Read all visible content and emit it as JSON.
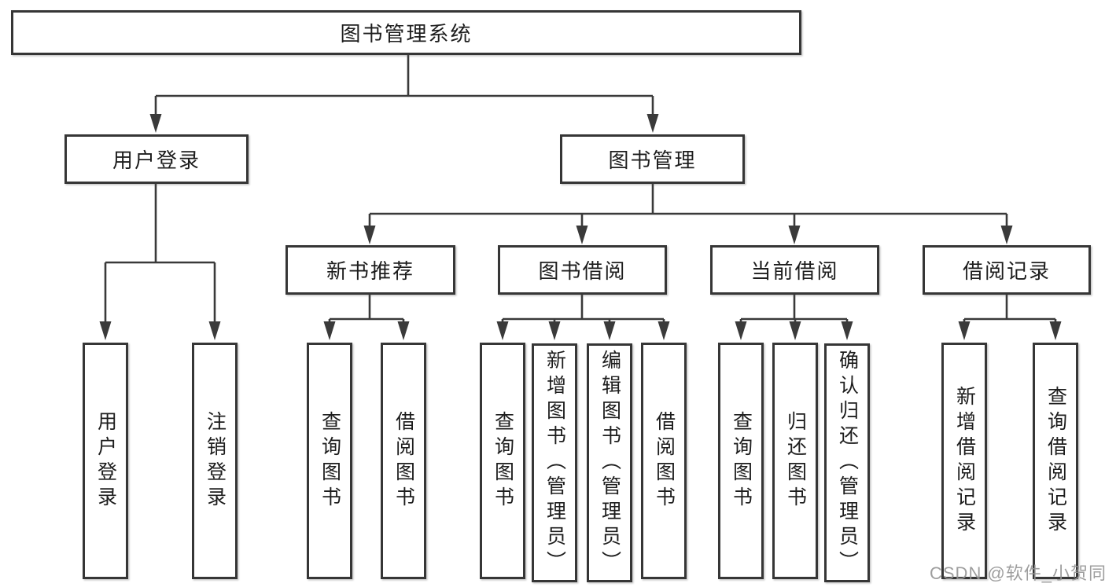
{
  "diagram": {
    "type": "hierarchy-tree",
    "title": "图书管理系统",
    "tree": {
      "root": {
        "label": "图书管理系统"
      },
      "branches": [
        {
          "label": "用户登录",
          "children": [
            "用户登录",
            "注销登录"
          ]
        },
        {
          "label": "图书管理",
          "sections": [
            {
              "label": "新书推荐",
              "children": [
                "查询图书",
                "借阅图书"
              ]
            },
            {
              "label": "图书借阅",
              "children": [
                "查询图书",
                "新增图书（管理员）",
                "编辑图书（管理员）",
                "借阅图书"
              ]
            },
            {
              "label": "当前借阅",
              "children": [
                "查询图书",
                "归还图书",
                "确认归还（管理员）"
              ]
            },
            {
              "label": "借阅记录",
              "children": [
                "新增借阅记录",
                "查询借阅记录"
              ]
            }
          ]
        }
      ]
    },
    "watermark": "CSDN @软件_小贺同学",
    "colors": {
      "background": "#ffffff",
      "line": "#3a3a3a",
      "box_border": "#363636",
      "text": "#1d1d1d",
      "watermark": "#949494"
    }
  }
}
